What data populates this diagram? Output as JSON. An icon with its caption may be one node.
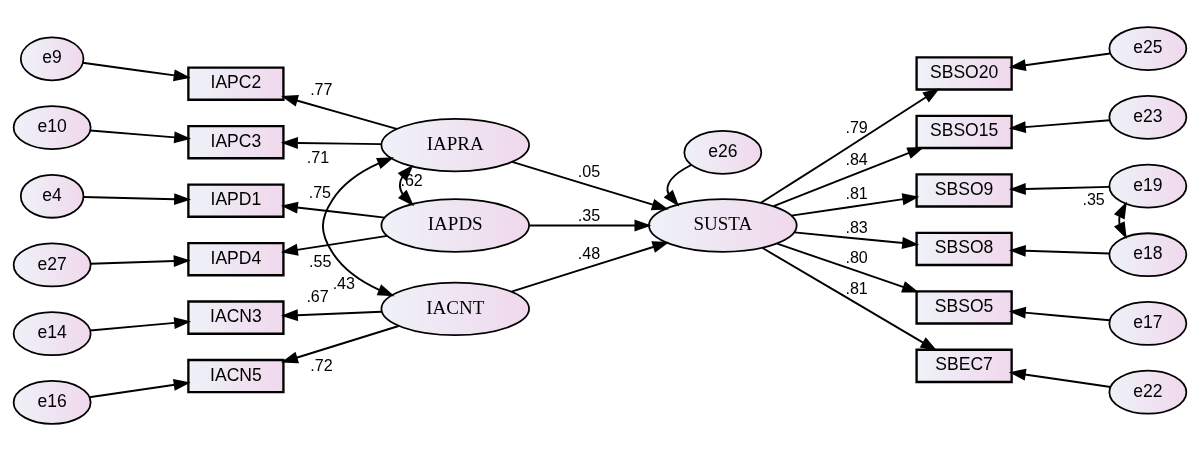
{
  "diagram": {
    "nodes": [
      {
        "text": [
          "e9"
        ]
      },
      {
        "text": [
          "IAPC2"
        ]
      },
      {
        "text": [
          "e10"
        ]
      },
      {
        "text": [
          "IAPC3"
        ]
      },
      {
        "text": [
          "IAPRA"
        ]
      },
      {
        "text": [
          "e4"
        ]
      },
      {
        "text": [
          "IAPD1"
        ]
      },
      {
        "text": [
          "e27"
        ]
      },
      {
        "text": [
          "IAPD4"
        ]
      },
      {
        "text": [
          "IAPDS"
        ]
      },
      {
        "text": [
          "e14"
        ]
      },
      {
        "text": [
          "IACN3"
        ]
      },
      {
        "text": [
          "e16"
        ]
      },
      {
        "text": [
          "IACN5"
        ]
      },
      {
        "text": [
          "IACNT"
        ]
      },
      {
        "text": [
          "e26"
        ]
      },
      {
        "text": [
          "SUSTA"
        ]
      },
      {
        "text": [
          "SBSO20"
        ]
      },
      {
        "text": [
          "e25"
        ]
      },
      {
        "text": [
          "SBSO15"
        ]
      },
      {
        "text": [
          "e23"
        ]
      },
      {
        "text": [
          "SBSO9"
        ]
      },
      {
        "text": [
          "e19"
        ]
      },
      {
        "text": [
          "SBSO8"
        ]
      },
      {
        "text": [
          "e18"
        ]
      },
      {
        "text": [
          "SBSO5"
        ]
      },
      {
        "text": [
          "e17"
        ]
      },
      {
        "text": [
          "SBEC7"
        ]
      },
      {
        "text": [
          "e22"
        ]
      }
    ],
    "edges": [
      {
        "from": 0,
        "to": 1,
        "arrow": "to"
      },
      {
        "from": 2,
        "to": 3,
        "arrow": "to"
      },
      {
        "from": 4,
        "to": 1,
        "arrow": "to",
        "label": ".77"
      },
      {
        "from": 4,
        "to": 3,
        "arrow": "to",
        "label": ".71"
      },
      {
        "from": 4,
        "to": 9,
        "arrow": "both",
        "label": ".62"
      },
      {
        "from": 4,
        "to": 14,
        "arrow": "both",
        "label": ".43"
      },
      {
        "from": 5,
        "to": 6,
        "arrow": "to"
      },
      {
        "from": 7,
        "to": 8,
        "arrow": "to"
      },
      {
        "from": 9,
        "to": 6,
        "arrow": "to",
        "label": ".75"
      },
      {
        "from": 9,
        "to": 8,
        "arrow": "to",
        "label": ".55"
      },
      {
        "from": 10,
        "to": 11,
        "arrow": "to"
      },
      {
        "from": 12,
        "to": 13,
        "arrow": "to"
      },
      {
        "from": 14,
        "to": 11,
        "arrow": "to",
        "label": ".67"
      },
      {
        "from": 14,
        "to": 13,
        "arrow": "to",
        "label": ".72"
      },
      {
        "from": 4,
        "to": 16,
        "arrow": "to",
        "label": ".05"
      },
      {
        "from": 9,
        "to": 16,
        "arrow": "to",
        "label": ".35"
      },
      {
        "from": 14,
        "to": 16,
        "arrow": "to",
        "label": ".48"
      },
      {
        "from": 15,
        "to": 16,
        "arrow": "to"
      },
      {
        "from": 16,
        "to": 17,
        "arrow": "to",
        "label": ".79"
      },
      {
        "from": 16,
        "to": 19,
        "arrow": "to",
        "label": ".84"
      },
      {
        "from": 16,
        "to": 21,
        "arrow": "to",
        "label": ".81"
      },
      {
        "from": 16,
        "to": 23,
        "arrow": "to",
        "label": ".83"
      },
      {
        "from": 16,
        "to": 25,
        "arrow": "to",
        "label": ".80"
      },
      {
        "from": 16,
        "to": 27,
        "arrow": "to",
        "label": ".81"
      },
      {
        "from": 18,
        "to": 17,
        "arrow": "to"
      },
      {
        "from": 20,
        "to": 19,
        "arrow": "to"
      },
      {
        "from": 22,
        "to": 21,
        "arrow": "to"
      },
      {
        "from": 24,
        "to": 23,
        "arrow": "to"
      },
      {
        "from": 26,
        "to": 25,
        "arrow": "to"
      },
      {
        "from": 28,
        "to": 27,
        "arrow": "to"
      },
      {
        "from": 22,
        "to": 24,
        "arrow": "both",
        "label": ".35"
      }
    ]
  }
}
